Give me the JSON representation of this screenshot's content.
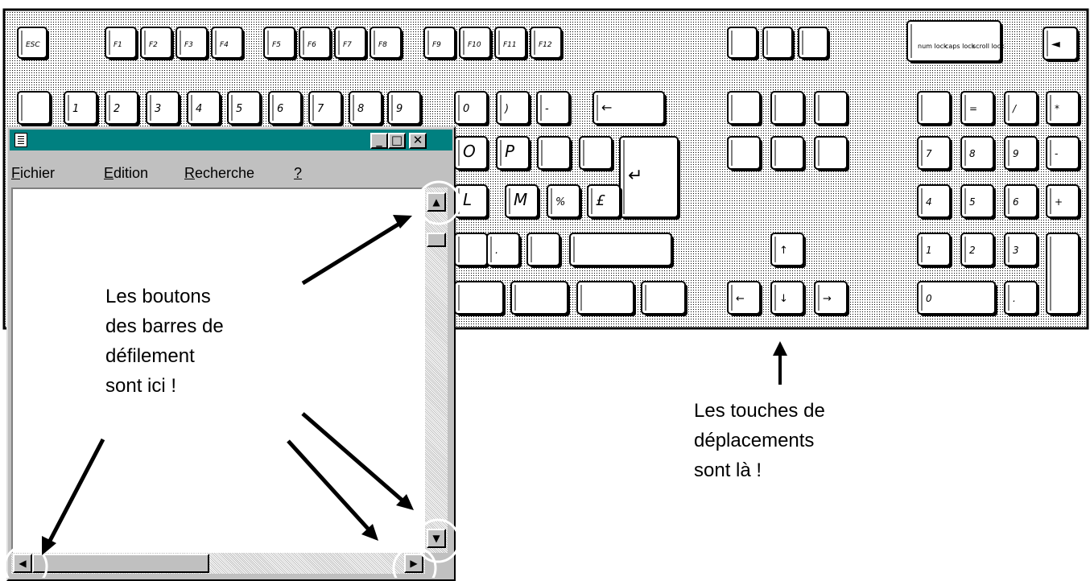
{
  "notepad": {
    "menu": [
      {
        "accel": "F",
        "rest": "ichier"
      },
      {
        "accel": "E",
        "rest": "dition"
      },
      {
        "accel": "R",
        "rest": "echerche"
      },
      {
        "accel": "?",
        "rest": ""
      }
    ],
    "buttons": {
      "minimize": "_",
      "maximize": "□",
      "close": "✕"
    }
  },
  "annotations": {
    "scrollbar_buttons": "Les boutons\ndes barres de\ndéfilement\nsont ici !",
    "arrow_keys": "Les touches de\ndéplacements\nsont là !"
  },
  "keyboard": {
    "escape": "ESC",
    "function_keys": [
      "F1",
      "F2",
      "F3",
      "F4",
      "F5",
      "F6",
      "F7",
      "F8",
      "F9",
      "F10",
      "F11",
      "F12"
    ],
    "lock_keys": [
      "num lock",
      "caps lock",
      "scroll lock"
    ],
    "number_row": [
      "1",
      "2",
      "3",
      "4",
      "5",
      "6",
      "7",
      "8",
      "9",
      "0",
      ")",
      "-"
    ],
    "letters": [
      "O",
      "P",
      "L",
      "M",
      "%",
      "£"
    ],
    "keypad": [
      "=",
      "/",
      "*",
      "7",
      "8",
      "9",
      "-",
      "4",
      "5",
      "6",
      "+",
      "1",
      "2",
      "3",
      "0",
      "."
    ]
  },
  "colors": {
    "title_bar": "#008080",
    "window_face": "#c0c0c0"
  }
}
